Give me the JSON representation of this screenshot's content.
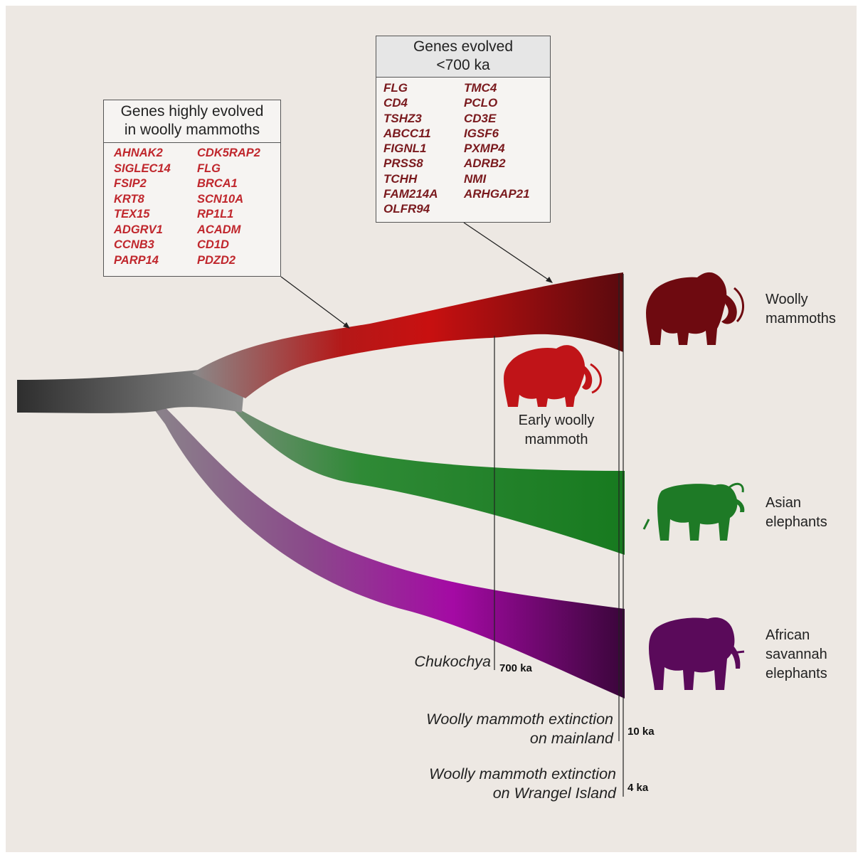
{
  "box_highly_evolved": {
    "title_line1": "Genes highly evolved",
    "title_line2": "in woolly mammoths",
    "col1": [
      "AHNAK2",
      "SIGLEC14",
      "FSIP2",
      "KRT8",
      "TEX15",
      "ADGRV1",
      "CCNB3",
      "PARP14"
    ],
    "col2": [
      "CDK5RAP2",
      "FLG",
      "BRCA1",
      "SCN10A",
      "RP1L1",
      "ACADM",
      "CD1D",
      "PDZD2"
    ]
  },
  "box_recent": {
    "title_line1": "Genes evolved",
    "title_line2": "<700 ka",
    "col1": [
      "FLG",
      "CD4",
      "TSHZ3",
      "ABCC11",
      "FIGNL1",
      "PRSS8",
      "TCHH",
      "FAM214A",
      "OLFR94"
    ],
    "col2": [
      "TMC4",
      "PCLO",
      "CD3E",
      "IGSF6",
      "PXMP4",
      "ADRB2",
      "NMI",
      "ARHGAP21"
    ]
  },
  "taxa": {
    "woolly_line1": "Woolly",
    "woolly_line2": "mammoths",
    "early_line1": "Early woolly",
    "early_line2": "mammoth",
    "asian_line1": "Asian",
    "asian_line2": "elephants",
    "african_line1": "African",
    "african_line2": "savannah",
    "african_line3": "elephants"
  },
  "timeline": {
    "chukochya": "Chukochya",
    "ka700": "700 ka",
    "mainland_line1": "Woolly mammoth extinction",
    "mainland_line2": "on mainland",
    "ka10": "10 ka",
    "wrangel_line1": "Woolly mammoth extinction",
    "wrangel_line2": "on Wrangel Island",
    "ka4": "4 ka"
  },
  "colors": {
    "background": "#ede8e3",
    "root": "#2e2e2e",
    "woolly": "#6a0d12",
    "early_woolly": "#c01214",
    "asian": "#1f7a26",
    "african": "#3e0a3e",
    "african_mid": "#9b0a9b",
    "gene_red": "#c0272d",
    "gene_dark": "#7a1a1e"
  },
  "icons": [
    "woolly-mammoth-icon",
    "early-woolly-mammoth-icon",
    "asian-elephant-icon",
    "african-elephant-icon"
  ]
}
